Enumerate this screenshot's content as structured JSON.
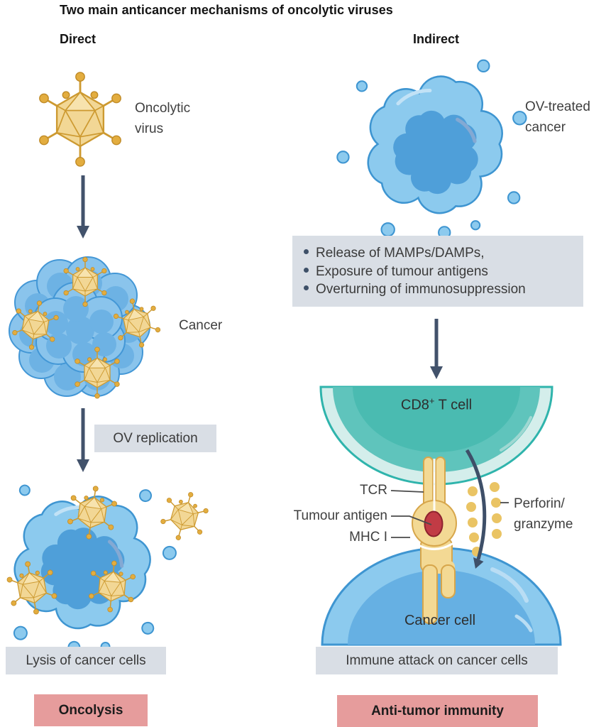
{
  "title": "Two main anticancer mechanisms of oncolytic viruses",
  "direct": {
    "heading": "Direct",
    "virus_label": "Oncolytic\nvirus",
    "cancer_label": "Cancer",
    "replication_label": "OV replication",
    "lysis_label": "Lysis of cancer cells",
    "badge": "Oncolysis"
  },
  "indirect": {
    "heading": "Indirect",
    "ov_treated_label": "OV-treated\ncancer",
    "bullets": [
      "Release of MAMPs/DAMPs,",
      "Exposure of tumour antigens",
      "Overturning of immunosuppression"
    ],
    "tcell_label": {
      "base": "CD8",
      "sup": "+",
      "rest": " T cell"
    },
    "tcr_label": "TCR",
    "antigen_label": "Tumour antigen",
    "mhc_label": "MHC I",
    "perforin_label": "Perforin/\ngranzyme",
    "cancer_cell_label": "Cancer cell",
    "attack_label": "Immune attack on cancer cells",
    "badge": "Anti-tumor immunity"
  },
  "icons": {
    "virus": "oncolytic-virus-icon",
    "cancer_cluster": "cancer-cell-cluster-icon",
    "lysed_cell": "lysed-cancer-cell-icon",
    "ov_treated_cell": "ov-treated-cancer-splat-icon",
    "t_cell": "cd8-t-cell-icon",
    "cancer_cell": "cancer-cell-dome-icon",
    "receptor": "tcr-mhc-complex-icon",
    "granules": "perforin-granzyme-dots-icon",
    "arrow": "down-arrow-icon"
  },
  "colors": {
    "label_box_gray": "#d9dee5",
    "badge_pink": "#e69c9c",
    "arrow_slate": "#42526b",
    "virus_gold_fill": "#f2d795",
    "virus_gold_outline": "#cd9a31",
    "virus_knob": "#e3ad3f",
    "cell_blue_light": "#8ccaee",
    "cell_blue_mid": "#66b0e3",
    "cell_blue_dark": "#4f9fd9",
    "cell_blue_outline": "#3e95d1",
    "tcell_teal_light": "#d4eeeb",
    "tcell_teal_mid": "#5fc4bc",
    "tcell_teal_dark": "#4abbb1",
    "tcell_outline": "#2fb4ac",
    "receptor_gold": "#f3d994",
    "receptor_outline": "#d7a64b",
    "antigen_red": "#c13b45",
    "granule_gold": "#eac464",
    "text_dark": "#141414",
    "text_label": "#3f3f3f"
  }
}
